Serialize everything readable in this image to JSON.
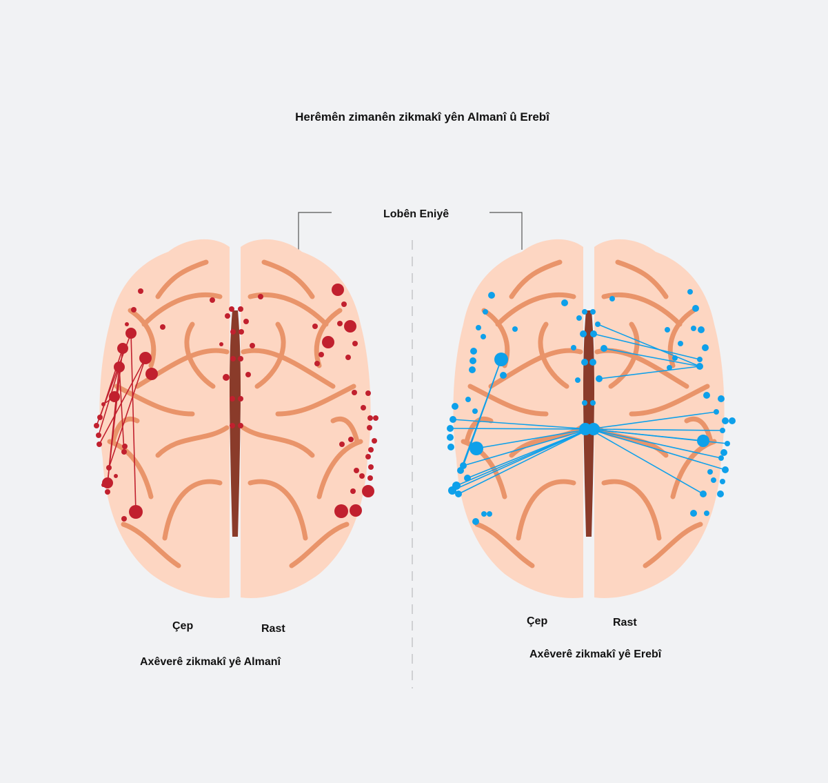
{
  "title": "Herêmên zimanên zikmakî yên Almanî û Erebî",
  "callout_label": "Lobên Eniyê",
  "left_panel": {
    "left_label": "Çep",
    "right_label": "Rast",
    "caption": "Axêverê zikmakî  yê Almanî",
    "color": "#c1202e"
  },
  "right_panel": {
    "left_label": "Çep",
    "right_label": "Rast",
    "caption": "Axêverê zikmakî yê Erebî",
    "color": "#0ea0ea"
  },
  "colors": {
    "brain": "#fdd6c2",
    "gyri": "#e9946a",
    "midline": "#8a3b2a",
    "background": "#f1f2f4"
  }
}
